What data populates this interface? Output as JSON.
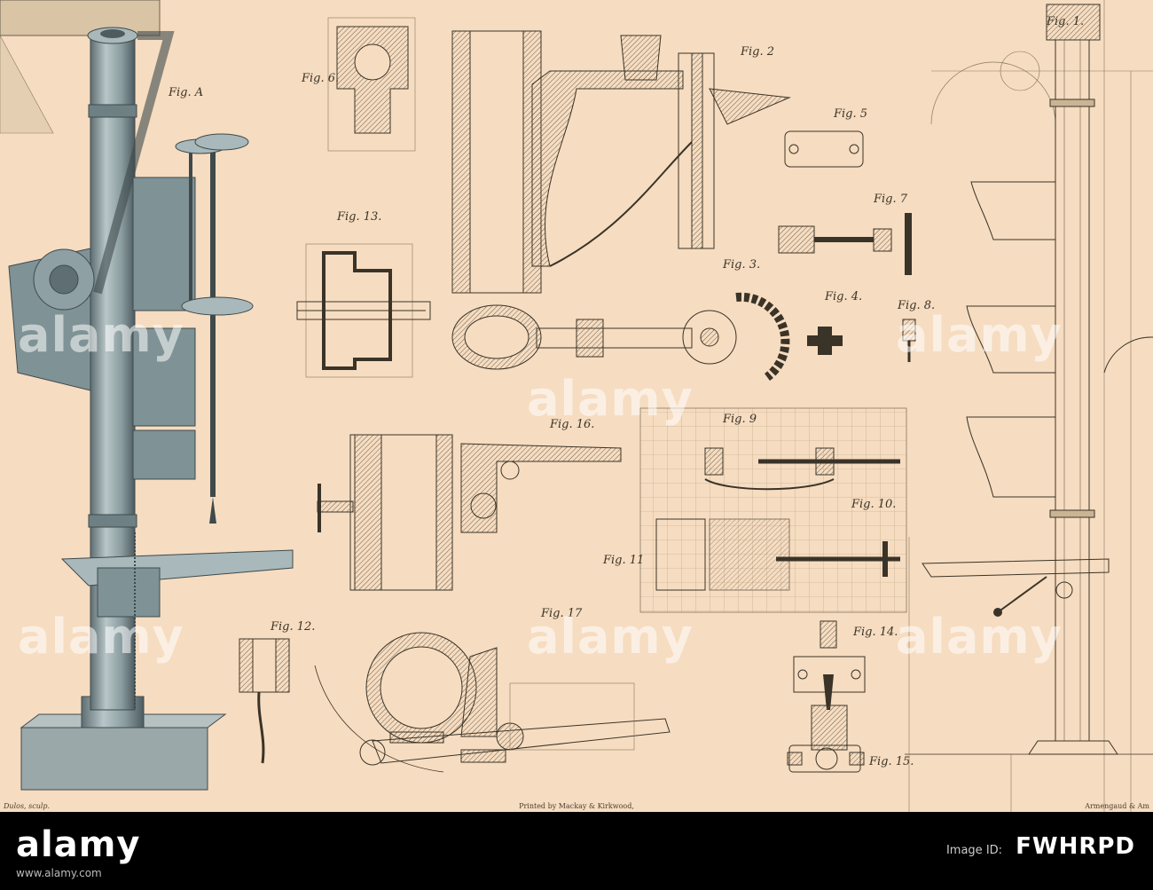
{
  "plate": {
    "figure_labels": {
      "figA": "Fig. A",
      "fig1": "Fig. 1.",
      "fig2": "Fig. 2",
      "fig3": "Fig. 3.",
      "fig4": "Fig. 4.",
      "fig5": "Fig. 5",
      "fig6": "Fig. 6.",
      "fig7": "Fig. 7",
      "fig8": "Fig. 8.",
      "fig9": "Fig. 9",
      "fig10": "Fig. 10.",
      "fig11": "Fig. 11",
      "fig12": "Fig. 12.",
      "fig13": "Fig. 13.",
      "fig14": "Fig. 14.",
      "fig15": "Fig. 15.",
      "fig16": "Fig. 16.",
      "fig17": "Fig. 17"
    },
    "credit_left": "Dulos, sculp.",
    "credit_center": "Printed by Mackay & Kirkwood,",
    "credit_right": "Armengaud & Am"
  },
  "watermark": "alamy",
  "footer": {
    "logo": "alamy",
    "image_id_label": "Image ID:",
    "image_id": "FWHRPD",
    "url": "www.alamy.com"
  },
  "colors": {
    "paper": "#f6dcc0",
    "ink": "#3a3328",
    "machine": "#8a9ca0",
    "footer": "#000000"
  }
}
